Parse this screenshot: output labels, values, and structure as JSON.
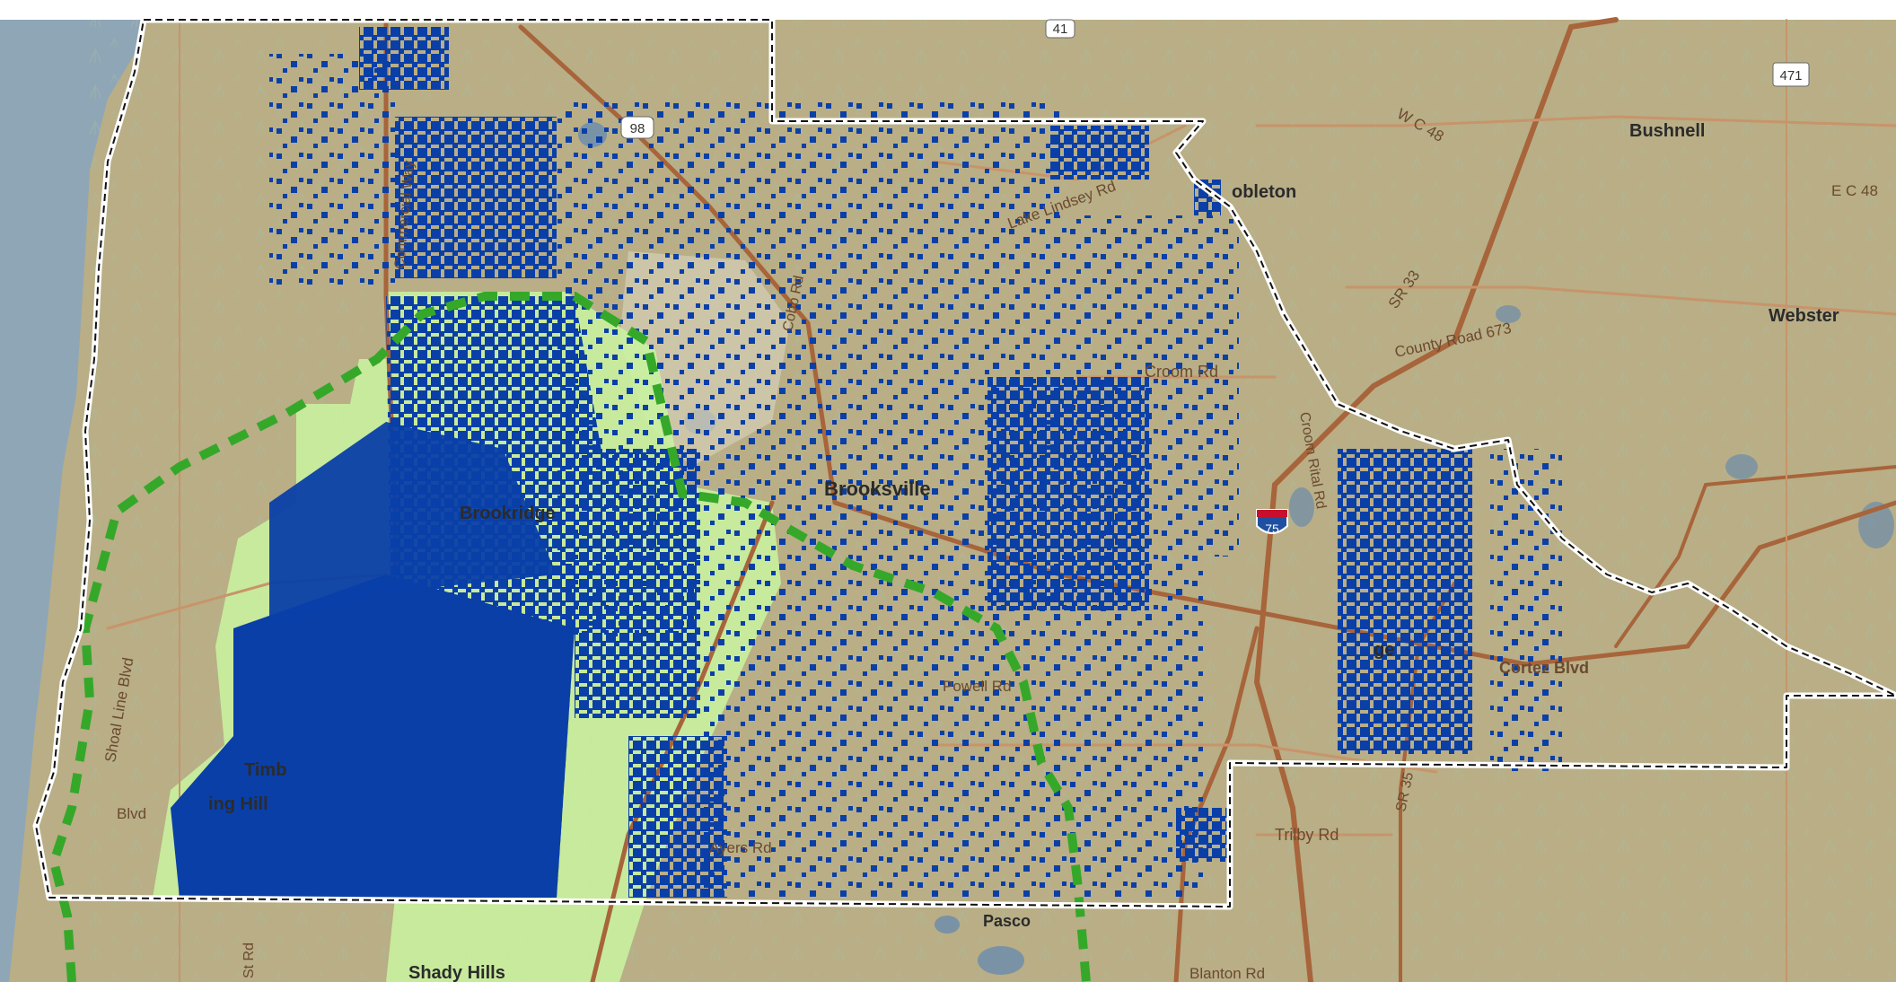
{
  "map": {
    "colors": {
      "basemap": "#b9ae86",
      "water": "#8fa6b7",
      "highlight_area": "#c9f5a0",
      "blue_points": "#0a3fa8",
      "boundary": "#ffffff",
      "dashed_route": "#35a82a",
      "major_road": "#a8643a",
      "minor_road": "#c8946a"
    },
    "place_labels": [
      {
        "id": "bushnell",
        "text": "Bushnell"
      },
      {
        "id": "webster",
        "text": "Webster"
      },
      {
        "id": "ridge-manor",
        "text": "obleton"
      },
      {
        "id": "brooksville",
        "text": "Brooksville"
      },
      {
        "id": "brookridge",
        "text": "Brookridge"
      },
      {
        "id": "timber-pines",
        "text": "Timb"
      },
      {
        "id": "spring-hill",
        "text": "ing Hill"
      },
      {
        "id": "shady-hills",
        "text": "Shady Hills"
      },
      {
        "id": "pasco",
        "text": "Pasco"
      },
      {
        "id": "ridge",
        "text": "ge"
      }
    ],
    "road_labels": [
      {
        "id": "croom-rd",
        "text": "Croom Rd"
      },
      {
        "id": "county-road-673",
        "text": "County Road 673"
      },
      {
        "id": "cortez-blvd-east",
        "text": "Cortez Blvd"
      },
      {
        "id": "trilby-rd",
        "text": "Trilby Rd"
      },
      {
        "id": "shoal-line-blvd",
        "text": "Shoal Line Blvd"
      },
      {
        "id": "w-c-48",
        "text": "W C 48"
      },
      {
        "id": "e-c-48",
        "text": "E C 48"
      },
      {
        "id": "lake-lindsey-rd",
        "text": "Lake Lindsey Rd"
      },
      {
        "id": "sr-33",
        "text": "SR 33"
      },
      {
        "id": "croom-rital-rd",
        "text": "Croom Rital Rd"
      },
      {
        "id": "cobb-rd",
        "text": "Cobb Rd"
      },
      {
        "id": "sr-35",
        "text": "SR 35"
      },
      {
        "id": "blanton-rd",
        "text": "Blanton Rd"
      },
      {
        "id": "ayers-rd",
        "text": "Ayers Rd"
      },
      {
        "id": "powell-rd",
        "text": "Powell Rd"
      },
      {
        "id": "commercial-way",
        "text": "Commercial Way"
      },
      {
        "id": "st-rd",
        "text": "St Rd"
      },
      {
        "id": "blvd",
        "text": "Blvd"
      }
    ],
    "shields": [
      {
        "id": "us-41",
        "text": "41"
      },
      {
        "id": "us-98",
        "text": "98"
      },
      {
        "id": "sr-471",
        "text": "471"
      },
      {
        "id": "i-75",
        "text": "75"
      }
    ]
  }
}
